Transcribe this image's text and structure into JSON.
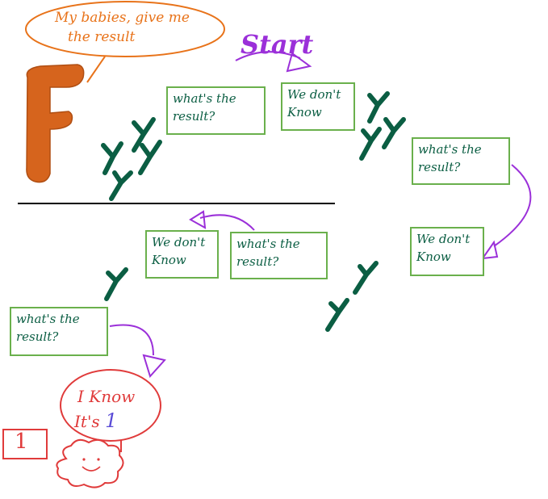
{
  "speech": {
    "line1": "My babies, give me",
    "line2": "the result"
  },
  "big_letter": "F",
  "start_label": "Start",
  "boxes": {
    "q1": {
      "line1": "what's the",
      "line2": "result?"
    },
    "a1": {
      "line1": "We don't",
      "line2": "Know"
    },
    "q2": {
      "line1": "what's the",
      "line2": "result?"
    },
    "a2": {
      "line1": "We don't",
      "line2": "Know"
    },
    "q3": {
      "line1": "what's the",
      "line2": "result?"
    },
    "a3": {
      "line1": "We don't",
      "line2": "Know"
    },
    "q4": {
      "line1": "what's the",
      "line2": "result?"
    }
  },
  "answer": {
    "line1": "I Know",
    "line2_prefix": "It's",
    "line2_value": "1"
  },
  "result_box": "1",
  "colors": {
    "orange": "#e8731a",
    "purple": "#9b30d9",
    "green": "#0b5e43",
    "box_border": "#6ab04c",
    "red": "#e03b3b"
  }
}
